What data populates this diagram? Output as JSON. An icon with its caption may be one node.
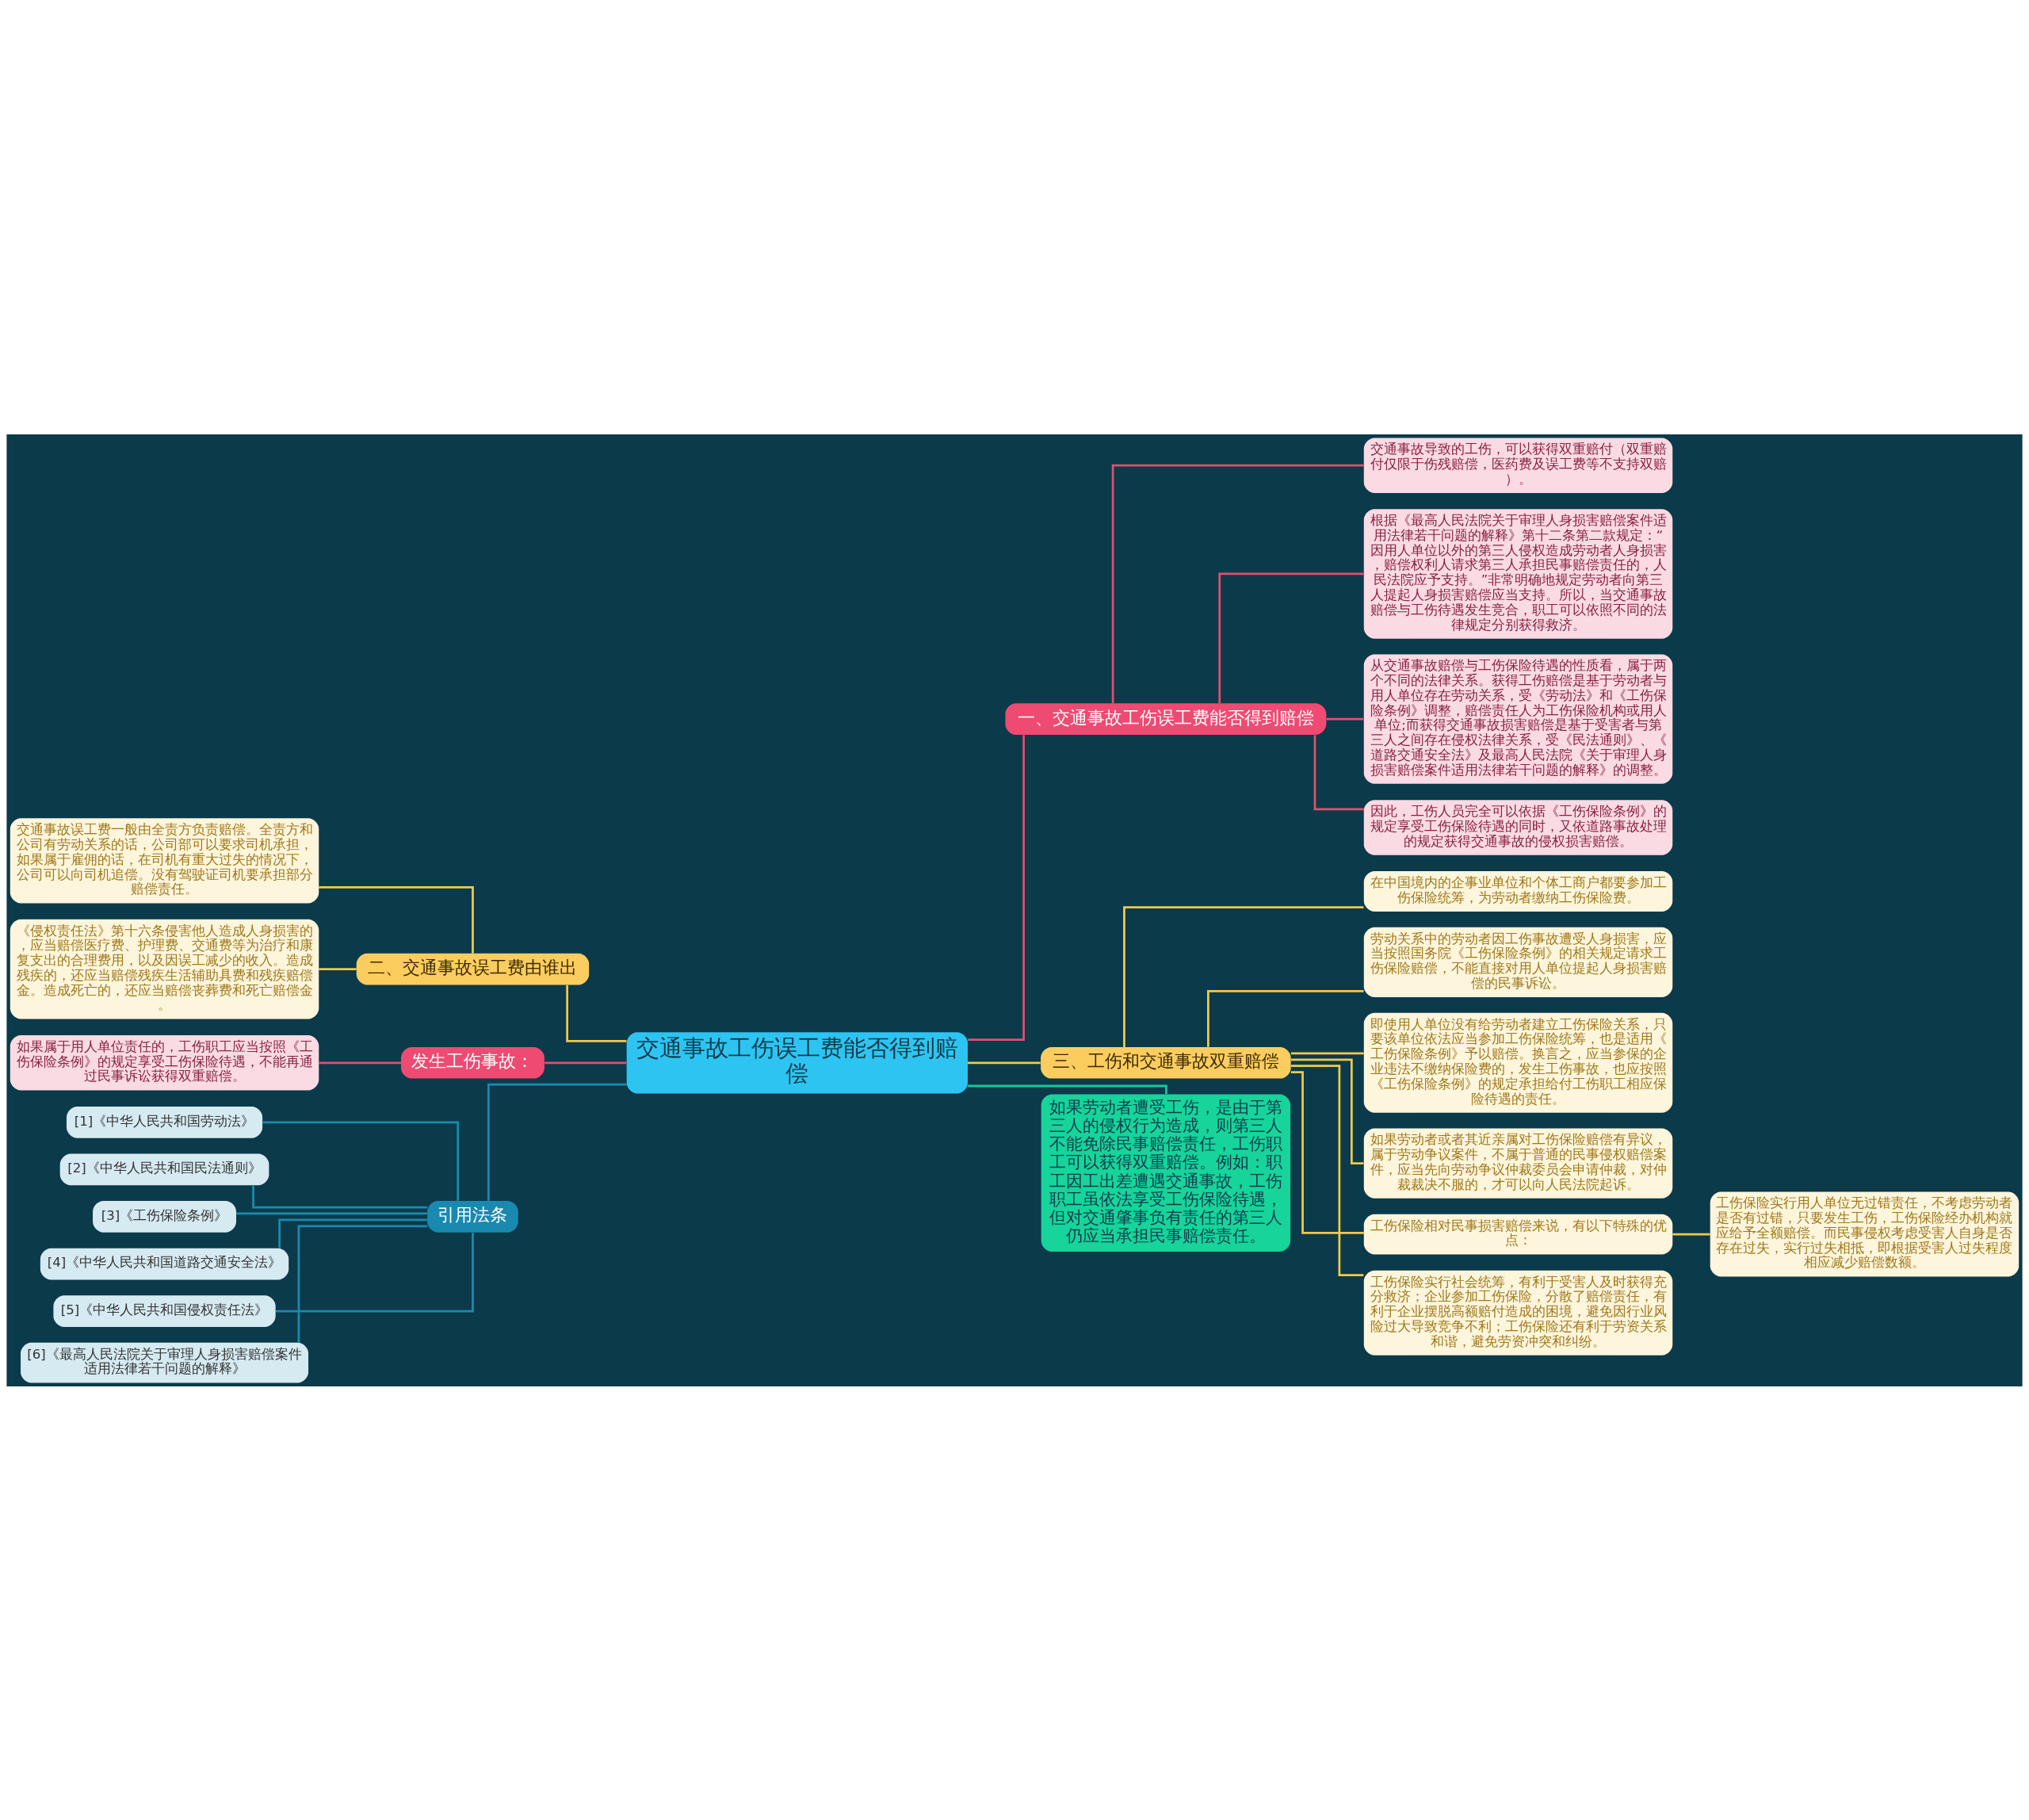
{
  "diagram": {
    "nodes": [
      {
        "text": [
          "交通事故工伤误工费能否得到赔偿"
        ]
      },
      {
        "text": [
          "一、交通事故工伤误工费能否得到赔偿"
        ]
      },
      {
        "text": [
          "交通事故导致的工伤，可以获得双重赔付（双重赔付仅限于伤残赔偿，医药费及误工费等不支持双赔）。"
        ]
      },
      {
        "text": [
          "根据《最高人民法院关于审理人身损害赔偿案件适用法律若干问题的解释》第十二条第二款规定：“因用人单位以外的第三人侵权造成劳动者人身损害，赔偿权利人请求第三人承担民事赔偿责任的，人民法院应予支持。”非常明确地规定劳动者向第三人提起人身损害赔偿应当支持。所以，当交通事故赔偿与工伤待遇发生竞合，职工可以依照不同的法律规定分别获得救济。"
        ]
      },
      {
        "text": [
          "从交通事故赔偿与工伤保险待遇的性质看，属于两个不同的法律关系。获得工伤赔偿是基于劳动者与用人单位存在劳动关系，受《劳动法》和《工伤保险条例》调整，赔偿责任人为工伤保险机构或用人单位;而获得交通事故损害赔偿是基于受害者与第三人之间存在侵权法律关系，受《民法通则》、《道路交通安全法》及最高人民法院《关于审理人身损害赔偿案件适用法律若干问题的解释》的调整。"
        ]
      },
      {
        "text": [
          "因此，工伤人员完全可以依据《工伤保险条例》的规定享受工伤保险待遇的同时，又依道路事故处理的规定获得交通事故的侵权损害赔偿。"
        ]
      },
      {
        "text": [
          "二、交通事故误工费由谁出"
        ]
      },
      {
        "text": [
          "交通事故误工费一般由全责方负责赔偿。全责方和公司有劳动关系的话，公司部可以要求司机承担，如果属于雇佣的话，在司机有重大过失的情况下，公司可以向司机追偿。没有驾驶证司机要承担部分赔偿责任。"
        ]
      },
      {
        "text": [
          "《侵权责任法》第十六条侵害他人造成人身损害的，应当赔偿医疗费、护理费、交通费等为治疗和康复支出的合理费用，以及因误工减少的收入。造成残疾的，还应当赔偿残疾生活辅助具费和残疾赔偿金。造成死亡的，还应当赔偿丧葬费和死亡赔偿金。"
        ]
      },
      {
        "text": [
          "发生工伤事故："
        ]
      },
      {
        "text": [
          "如果属于用人单位责任的，工伤职工应当按照《工伤保险条例》的规定享受工伤保险待遇，不能再通过民事诉讼获得双重赔偿。"
        ]
      },
      {
        "text": [
          "引用法条"
        ]
      },
      {
        "text": [
          "[1]《中华人民共和国劳动法》"
        ]
      },
      {
        "text": [
          "[2]《中华人民共和国民法通则》"
        ]
      },
      {
        "text": [
          "[3]《工伤保险条例》"
        ]
      },
      {
        "text": [
          "[4]《中华人民共和国道路交通安全法》"
        ]
      },
      {
        "text": [
          "[5]《中华人民共和国侵权责任法》"
        ]
      },
      {
        "text": [
          "[6]《最高人民法院关于审理人身损害赔偿案件适用法律若干问题的解释》"
        ]
      },
      {
        "text": [
          "三、工伤和交通事故双重赔偿"
        ]
      },
      {
        "text": [
          "在中国境内的企事业单位和个体工商户都要参加工伤保险统筹，为劳动者缴纳工伤保险费。"
        ]
      },
      {
        "text": [
          "劳动关系中的劳动者因工伤事故遭受人身损害，应当按照国务院《工伤保险条例》的相关规定请求工伤保险赔偿，不能直接对用人单位提起人身损害赔偿的民事诉讼。"
        ]
      },
      {
        "text": [
          "即使用人单位没有给劳动者建立工伤保险关系，只要该单位依法应当参加工伤保险统筹，也是适用《工伤保险条例》予以赔偿。换言之，应当参保的企业违法不缴纳保险费的，发生工伤事故，也应按照《工伤保险条例》的规定承担给付工伤职工相应保险待遇的责任。"
        ]
      },
      {
        "text": [
          "如果劳动者或者其近亲属对工伤保险赔偿有异议，属于劳动争议案件，不属于普通的民事侵权赔偿案件，应当先向劳动争议仲裁委员会申请仲裁，对仲裁裁决不服的，才可以向人民法院起诉。"
        ]
      },
      {
        "text": [
          "工伤保险相对民事损害赔偿来说，有以下特殊的优点："
        ]
      },
      {
        "text": [
          "工伤保险实行社会统筹，有利于受害人及时获得充分救济；企业参加工伤保险，分散了赔偿责任，有利于企业摆脱高额赔付造成的困境，避免因行业风险过大导致竞争不利；工伤保险还有利于劳资关系和谐，避免劳资冲突和纠纷。"
        ]
      },
      {
        "text": [
          "工伤保险实行用人单位无过错责任，不考虑劳动者是否有过错，只要发生工伤，工伤保险经办机构就应给予全额赔偿。而民事侵权考虑受害人自身是否存在过失，实行过失相抵，即根据受害人过失程度相应减少赔偿数额。"
        ]
      },
      {
        "text": [
          "如果劳动者遭受工伤，是由于第三人的侵权行为造成，则第三人不能免除民事赔偿责任，工伤职工可以获得双重赔偿。例如：职工因工出差遭遇交通事故，工伤职工虽依法享受工伤保险待遇，但对交通肇事负有责任的第三人仍应当承担民事赔偿责任。"
        ]
      }
    ],
    "edges": [
      {
        "from": 0,
        "to": 1,
        "arrow": "none",
        "color": "#e0506f"
      },
      {
        "from": 1,
        "to": 2,
        "arrow": "none",
        "color": "#e0506f"
      },
      {
        "from": 1,
        "to": 3,
        "arrow": "none",
        "color": "#e0506f"
      },
      {
        "from": 1,
        "to": 4,
        "arrow": "none",
        "color": "#e0506f"
      },
      {
        "from": 1,
        "to": 5,
        "arrow": "none",
        "color": "#e0506f"
      },
      {
        "from": 0,
        "to": 6,
        "arrow": "none"
      },
      {
        "from": 6,
        "to": 7,
        "arrow": "none"
      },
      {
        "from": 6,
        "to": 8,
        "arrow": "none"
      },
      {
        "from": 0,
        "to": 9,
        "arrow": "none",
        "color": "#e0506f"
      },
      {
        "from": 9,
        "to": 10,
        "arrow": "none",
        "color": "#e0506f"
      },
      {
        "from": 0,
        "to": 11,
        "arrow": "none",
        "color": "#1a8ab0"
      },
      {
        "from": 11,
        "to": 12,
        "arrow": "none",
        "color": "#1a8ab0"
      },
      {
        "from": 11,
        "to": 13,
        "arrow": "none",
        "color": "#1a8ab0"
      },
      {
        "from": 11,
        "to": 14,
        "arrow": "none",
        "color": "#1a8ab0"
      },
      {
        "from": 11,
        "to": 15,
        "arrow": "none",
        "color": "#1a8ab0"
      },
      {
        "from": 11,
        "to": 16,
        "arrow": "none",
        "color": "#1a8ab0"
      },
      {
        "from": 11,
        "to": 17,
        "arrow": "none",
        "color": "#1a8ab0"
      },
      {
        "from": 0,
        "to": 18,
        "arrow": "none"
      },
      {
        "from": 18,
        "to": 19,
        "arrow": "none"
      },
      {
        "from": 18,
        "to": 20,
        "arrow": "none"
      },
      {
        "from": 18,
        "to": 21,
        "arrow": "none"
      },
      {
        "from": 18,
        "to": 22,
        "arrow": "none"
      },
      {
        "from": 18,
        "to": 23,
        "arrow": "none"
      },
      {
        "from": 18,
        "to": 24,
        "arrow": "none"
      },
      {
        "from": 23,
        "to": 25,
        "arrow": "none"
      },
      {
        "from": 0,
        "to": 26,
        "arrow": "none",
        "color": "#18c79a"
      }
    ]
  }
}
